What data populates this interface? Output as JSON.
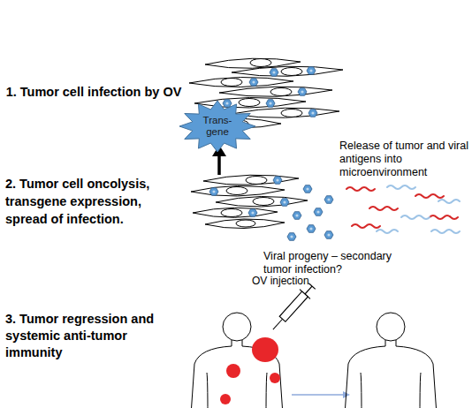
{
  "diagram": {
    "nodes": [
      {
        "text": [
          "Trans- gene"
        ]
      }
    ],
    "labels": [
      "1. Tumor cell infection by OV",
      "2. Tumor cell oncolysis, transgene expression, spread of infection.",
      "Release of tumor and viral antigens into microenvironment",
      "Viral progeny – secondary tumor infection?",
      "3. Tumor regression and systemic anti-tumor immunity",
      "OV injection"
    ]
  }
}
